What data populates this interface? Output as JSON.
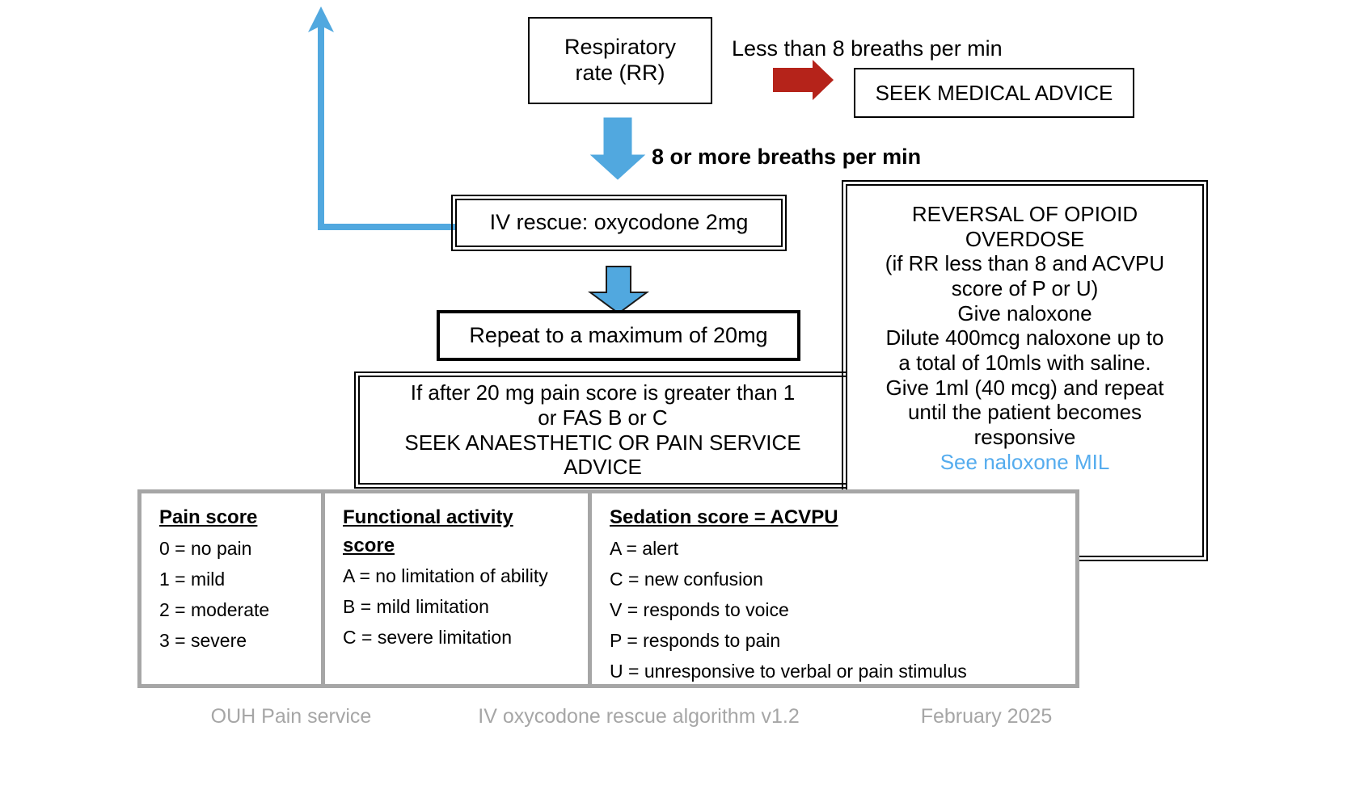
{
  "diagram": {
    "title": "IV oxycodone rescue algorithm",
    "nodes": {
      "respiratory_rate": "Respiratory\nrate (RR)",
      "respiratory_rate_line1": "Respiratory",
      "respiratory_rate_line2": "rate (RR)",
      "seek_medical_advice": "SEEK MEDICAL ADVICE",
      "iv_rescue": "IV rescue: oxycodone 2mg",
      "repeat_max": "Repeat to a maximum of 20mg",
      "anaesthetic_line1": "If after 20 mg pain score is greater than 1",
      "anaesthetic_line2": "or FAS B or C",
      "anaesthetic_line3": "SEEK ANAESTHETIC OR PAIN SERVICE ADVICE",
      "reversal_line1": "REVERSAL OF OPIOID",
      "reversal_line2": "OVERDOSE",
      "reversal_line3": "(if RR less than 8 and ACVPU",
      "reversal_line4": "score of P or U)",
      "reversal_line5": "Give naloxone",
      "reversal_line6": "Dilute 400mcg naloxone up to",
      "reversal_line7": "a total of 10mls with saline.",
      "reversal_line8": "Give 1ml (40 mcg) and repeat",
      "reversal_line9": "until the patient becomes",
      "reversal_line10": "responsive",
      "reversal_link": "See naloxone MIL"
    },
    "edge_labels": {
      "less_than_8": "Less than 8 breaths per min",
      "eight_or_more": "8 or more breaths per min"
    },
    "colors": {
      "red_arrow": "#B5231A",
      "blue_arrow": "#51A8DF",
      "blue_link": "#55ACEE",
      "table_border": "#A6A6A6",
      "footer_text": "#A6A6A6"
    }
  },
  "score_table": {
    "columns": [
      {
        "header": "Pain score",
        "items": [
          "0 = no pain",
          "1 = mild",
          "2 = moderate",
          "3 = severe"
        ]
      },
      {
        "header_line1": "Functional activity",
        "header_line2": "score",
        "header": "Functional activity score",
        "items": [
          "A = no limitation of ability",
          "B = mild limitation",
          "C = severe limitation"
        ]
      },
      {
        "header": "Sedation score = ACVPU",
        "items": [
          "A = alert",
          "C = new confusion",
          "V = responds to voice",
          "P = responds to pain",
          "U = unresponsive to verbal or pain stimulus"
        ]
      }
    ]
  },
  "footer": {
    "left": "OUH Pain service",
    "middle": "IV oxycodone rescue algorithm v1.2",
    "right": "February 2025"
  }
}
